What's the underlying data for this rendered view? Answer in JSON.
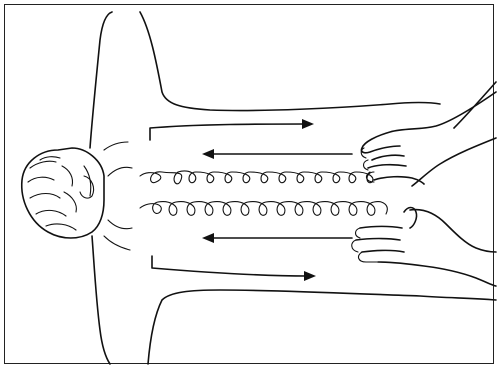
{
  "figure": {
    "subject": "person-lying-face-down",
    "elements": [
      "arrows",
      "spiral-strokes",
      "hands"
    ]
  }
}
